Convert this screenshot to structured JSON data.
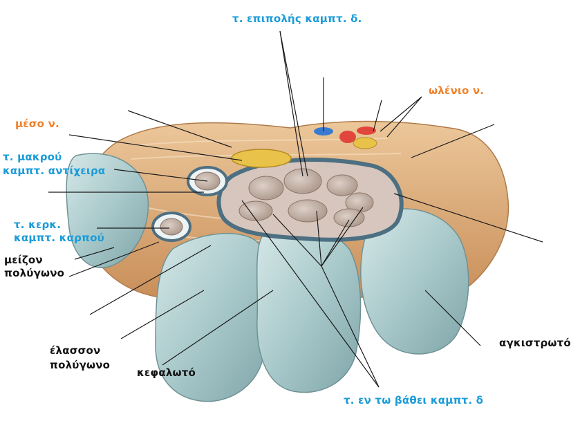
{
  "colors": {
    "nerve_label": "#f0802a",
    "tendon_label": "#1a9bd8",
    "bone_label": "#111111",
    "bone": "#a9c9cb",
    "ligament": "#d9a978",
    "sheath": "#5d7f92",
    "tendon": "#c9b7ad",
    "median_nerve": "#e9c24a",
    "artery": "#e0463c",
    "vein": "#3a7bd0",
    "leader_line": "#1a1a1a"
  },
  "labels": {
    "superficial_flexor": "τ. επιπολής καμπτ. δ.",
    "ulnar_nerve": "ωλένιο ν.",
    "median_nerve": "μέσο ν.",
    "flexor_pollicis_longus_1": "τ. μακρού",
    "flexor_pollicis_longus_2": "καμπτ. αντίχειρα",
    "flexor_carpi_radialis_1": "τ. κερκ.",
    "flexor_carpi_radialis_2": "καμπτ. καρπού",
    "trapezium_1": "μείζον",
    "trapezium_2": "πολύγωνο",
    "trapezoid_1": "έλασσον",
    "trapezoid_2": "πολύγωνο",
    "capitate": "κεφαλωτό",
    "deep_flexor": "τ. εν τω βάθει καμπτ. δ",
    "hamate": "αγκιστρωτό"
  }
}
